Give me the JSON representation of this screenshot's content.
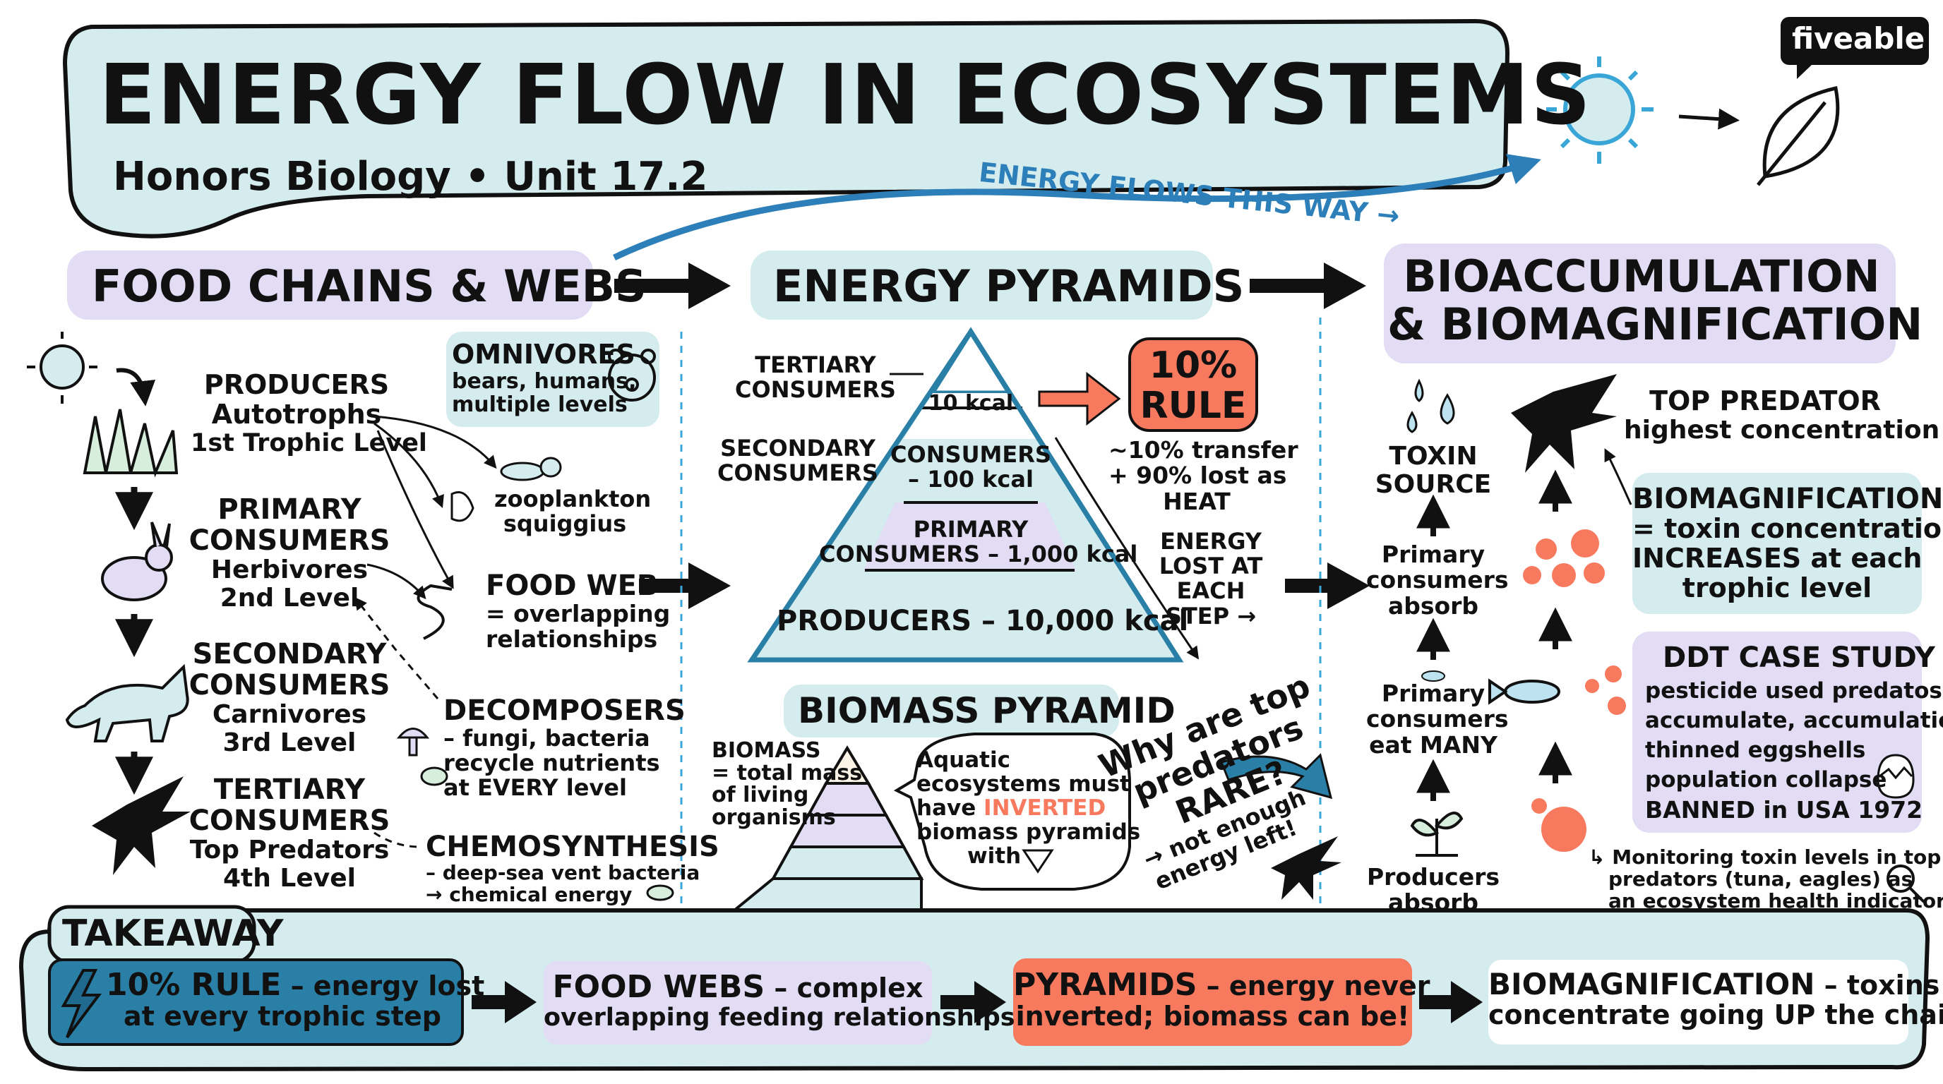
{
  "header": {
    "title": "ENERGY FLOW IN ECOSYSTEMS",
    "subtitle": "Honors Biology • Unit 17.2",
    "flow_label": "ENERGY FLOWS THIS WAY →",
    "logo": "fiveable"
  },
  "sections": {
    "food_chains": "FOOD CHAINS & WEBS",
    "pyramids": "ENERGY PYRAMIDS",
    "bioaccumulation": [
      "BIOACCUMULATION",
      "& BIOMAGNIFICATION"
    ]
  },
  "food_chain": {
    "producers": [
      "PRODUCERS",
      "Autotrophs",
      "1st Trophic Level"
    ],
    "primary": [
      "PRIMARY",
      "CONSUMERS",
      "Herbivores",
      "2nd Level"
    ],
    "secondary": [
      "SECONDARY",
      "CONSUMERS",
      "Carnivores",
      "3rd Level"
    ],
    "tertiary": [
      "TERTIARY",
      "CONSUMERS",
      "Top Predators",
      "4th Level"
    ],
    "omnivores": [
      "OMNIVORES",
      "bears, humans,",
      "multiple levels"
    ],
    "zooplankton": [
      "zooplankton",
      "squiggius"
    ],
    "food_web": [
      "FOOD WEB",
      "= overlapping",
      "relationships"
    ],
    "decomposers": [
      "DECOMPOSERS",
      "– fungi, bacteria",
      "recycle nutrients",
      "at EVERY level"
    ],
    "chemosynthesis": [
      "CHEMOSYNTHESIS",
      "– deep-sea vent bacteria",
      "→ chemical energy"
    ]
  },
  "pyramid": {
    "tertiary_label": [
      "TERTIARY",
      "CONSUMERS"
    ],
    "secondary_label": [
      "SECONDARY",
      "CONSUMERS"
    ],
    "levels": [
      "10 kcal",
      "CONSUMERS",
      "– 100 kcal",
      "PRIMARY",
      "CONSUMERS – 1,000 kcal",
      "PRODUCERS – 10,000 kcal"
    ],
    "rule_badge": [
      "10%",
      "RULE"
    ],
    "rule_text": [
      "~10% transfer",
      "+ 90% lost as",
      "HEAT"
    ],
    "energy_lost": [
      "ENERGY",
      "LOST AT",
      "EACH",
      "STEP →"
    ],
    "biomass_title": "BIOMASS PYRAMID",
    "biomass_def": [
      "BIOMASS",
      "= total mass",
      "of living",
      "organisms"
    ],
    "aquatic": [
      "Aquatic",
      "ecosystems must",
      "have",
      "INVERTED",
      "biomass pyramids",
      "with"
    ],
    "question": [
      "Why are top",
      "predators",
      "RARE?"
    ],
    "answer": [
      "→ not enough",
      "energy left!"
    ]
  },
  "bio": {
    "toxin_source": [
      "TOXIN",
      "SOURCE"
    ],
    "primary_absorb": [
      "Primary",
      "consumers",
      "absorb"
    ],
    "primary_eat": [
      "Primary",
      "consumers",
      "eat MANY"
    ],
    "producers_absorb": [
      "Producers",
      "absorb"
    ],
    "top_predator": [
      "TOP PREDATOR",
      "highest concentration"
    ],
    "biomagnification": [
      "BIOMAGNIFICATION",
      "= toxin concentration",
      "INCREASES at each",
      "trophic level"
    ],
    "ddt": [
      "DDT CASE STUDY",
      "pesticide used predatos,",
      "accumulate, accumulation",
      "thinned eggshells",
      "population collapse",
      "BANNED in USA 1972"
    ],
    "monitoring": [
      "↳ Monitoring toxin levels in top",
      "predators (tuna, eagles) as",
      "an ecosystem health indicator"
    ]
  },
  "takeaway": {
    "label": "TAKEAWAY",
    "items": [
      {
        "head": "10% RULE",
        "rest": " – energy lost",
        "line2": "at every trophic step"
      },
      {
        "head": "FOOD WEBS",
        "rest": " – complex",
        "line2": "overlapping feeding relationships"
      },
      {
        "head": "PYRAMIDS",
        "rest": " – energy never",
        "line2": "inverted; biomass can be!"
      },
      {
        "head": "BIOMAGNIFICATION",
        "rest": " – toxins",
        "line2": "concentrate going UP the chain"
      }
    ]
  },
  "colors": {
    "teal_light": "#d4ecee",
    "lavender": "#e2dcf4",
    "coral": "#f7795e",
    "blue_dark": "#2a7fa6",
    "blue_accent": "#2c7fb8"
  }
}
